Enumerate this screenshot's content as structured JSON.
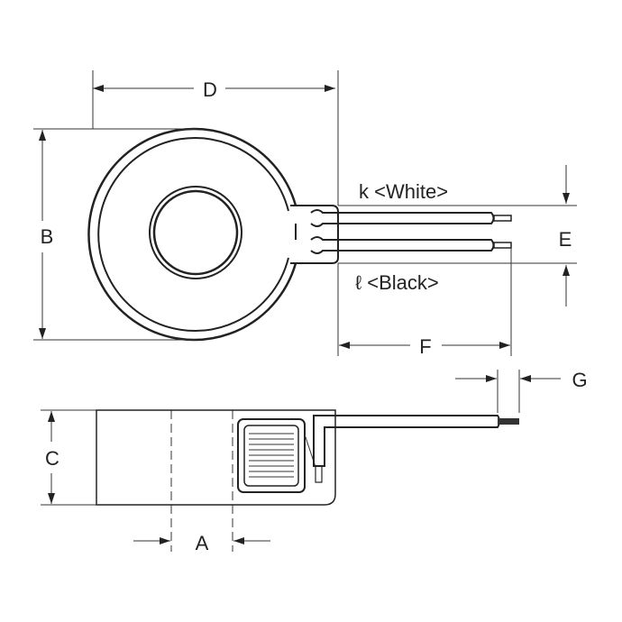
{
  "labels": {
    "A": "A",
    "B": "B",
    "C": "C",
    "D": "D",
    "E": "E",
    "F": "F",
    "G": "G",
    "wire_k": "k <White>",
    "wire_l": "ℓ <Black>"
  }
}
